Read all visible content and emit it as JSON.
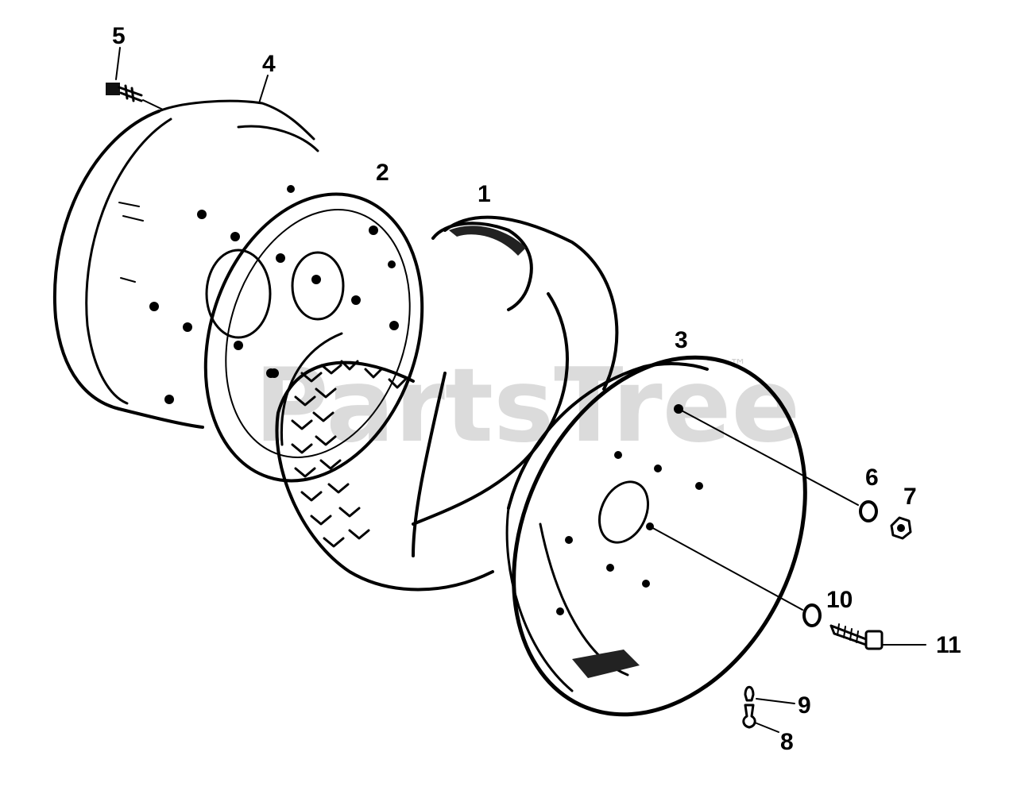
{
  "watermark": {
    "text": "PartsTree",
    "mark": "™"
  },
  "callouts": [
    {
      "id": "1",
      "part": "tire"
    },
    {
      "id": "2",
      "part": "wheel-rim-inner"
    },
    {
      "id": "3",
      "part": "wheel-rim-outer"
    },
    {
      "id": "4",
      "part": "wheel-rim-rear"
    },
    {
      "id": "5",
      "part": "bolt"
    },
    {
      "id": "6",
      "part": "lock-washer"
    },
    {
      "id": "7",
      "part": "hex-nut"
    },
    {
      "id": "8",
      "part": "valve-stem"
    },
    {
      "id": "9",
      "part": "valve-cap"
    },
    {
      "id": "10",
      "part": "lock-washer"
    },
    {
      "id": "11",
      "part": "bolt"
    }
  ]
}
